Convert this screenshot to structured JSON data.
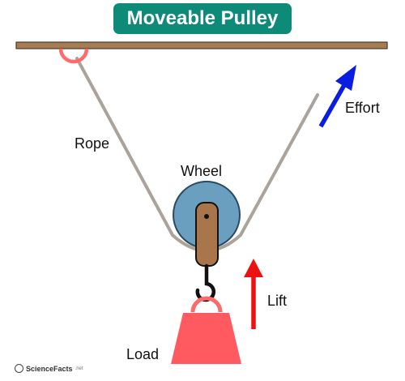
{
  "title": "Moveable Pulley",
  "labels": {
    "rope": "Rope",
    "wheel": "Wheel",
    "effort": "Effort",
    "lift": "Lift",
    "load": "Load"
  },
  "logo": {
    "name": "ScienceFacts",
    "suffix": ".net"
  },
  "colors": {
    "title_bg": "#0e8a78",
    "ceiling": "#a67c52",
    "rope": "#aaa39c",
    "wheel": "#6b9fbf",
    "axle_block": "#a8764a",
    "hook_ring": "#ff6a6a",
    "load": "#ff5a5f",
    "effort_arrow": "#0a1ee0",
    "lift_arrow": "#ee1111"
  }
}
